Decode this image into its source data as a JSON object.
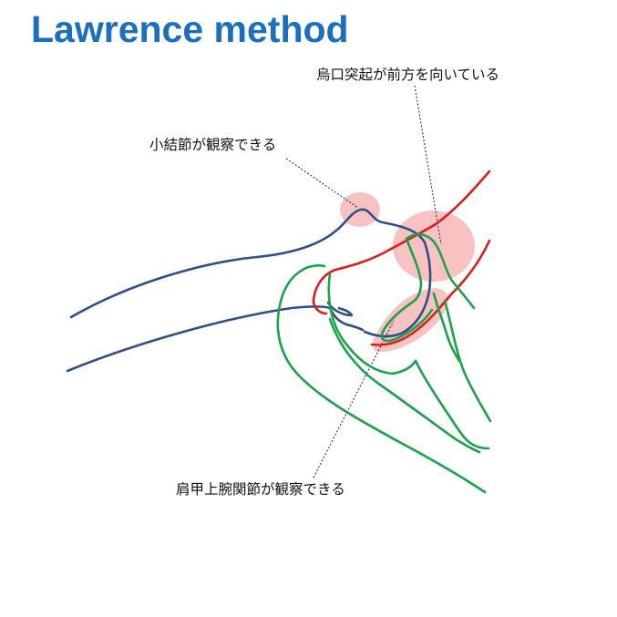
{
  "title": "Lawrence method",
  "labels": {
    "coracoid": "烏口突起が前方を向いている",
    "lesser_tubercle": "小結節が観察できる",
    "glenohumeral": "肩甲上腕関節が観察できる"
  },
  "colors": {
    "title": "#1a6fc0",
    "humerus": "#2f4f8a",
    "coracoid": "#e01b1b",
    "scapula": "#1aa34a",
    "highlight": "#f6b3b3"
  }
}
